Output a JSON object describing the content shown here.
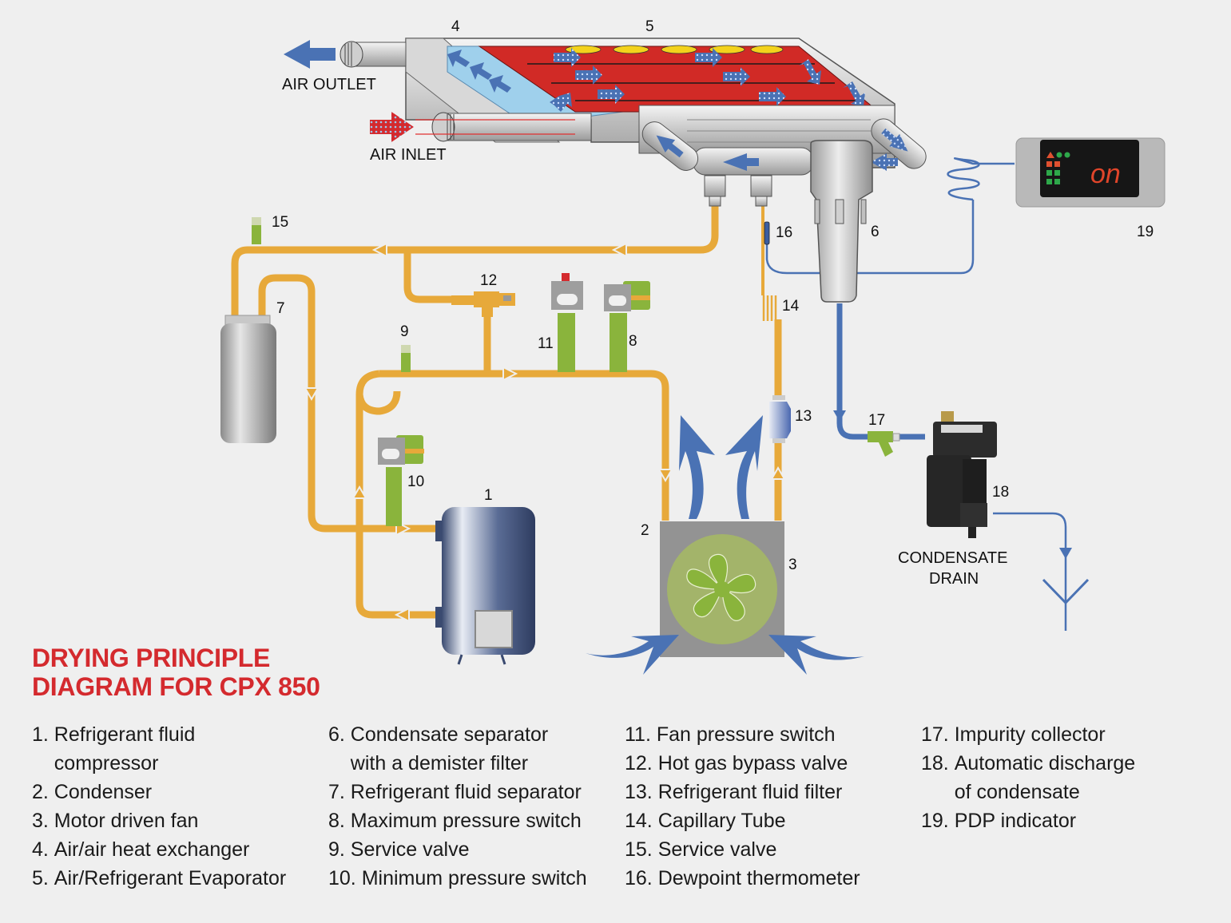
{
  "title": {
    "line1": "DRYING PRINCIPLE",
    "line2": "DIAGRAM FOR CPX 850"
  },
  "colors": {
    "title_red": "#d42a2e",
    "refrigerant_pipe": "#e7a93a",
    "water_blue": "#4a72b4",
    "evaporator_red": "#d12a26",
    "component_green": "#8ab43c",
    "background": "#efefef"
  },
  "diagram": {
    "captions": {
      "air_outlet": "AIR OUTLET",
      "air_inlet": "AIR INLET",
      "condensate_drain_line1": "CONDENSATE",
      "condensate_drain_line2": "DRAIN"
    },
    "callouts": {
      "c1": "1",
      "c2": "2",
      "c3": "3",
      "c4": "4",
      "c5": "5",
      "c6": "6",
      "c7": "7",
      "c8": "8",
      "c9": "9",
      "c10": "10",
      "c11": "11",
      "c12": "12",
      "c13": "13",
      "c14": "14",
      "c15": "15",
      "c16": "16",
      "c17": "17",
      "c18": "18",
      "c19": "19"
    },
    "pdp_display": "on"
  },
  "legend": {
    "col1": [
      {
        "num": "1. ",
        "text": "Refrigerant fluid\ncompressor"
      },
      {
        "num": "2. ",
        "text": "Condenser"
      },
      {
        "num": "3. ",
        "text": "Motor driven fan"
      },
      {
        "num": "4. ",
        "text": "Air/air heat exchanger"
      },
      {
        "num": "5. ",
        "text": "Air/Refrigerant Evaporator"
      }
    ],
    "col2": [
      {
        "num": "6. ",
        "text": "Condensate separator\nwith a demister filter"
      },
      {
        "num": "7. ",
        "text": "Refrigerant fluid separator"
      },
      {
        "num": "8. ",
        "text": "Maximum pressure switch"
      },
      {
        "num": "9. ",
        "text": "Service valve"
      },
      {
        "num": "10. ",
        "text": "Minimum pressure switch"
      }
    ],
    "col3": [
      {
        "num": "11. ",
        "text": "Fan pressure switch"
      },
      {
        "num": "12. ",
        "text": "Hot gas bypass valve"
      },
      {
        "num": "13. ",
        "text": "Refrigerant fluid filter"
      },
      {
        "num": "14. ",
        "text": "Capillary Tube"
      },
      {
        "num": "15. ",
        "text": "Service valve"
      },
      {
        "num": "16. ",
        "text": "Dewpoint thermometer"
      }
    ],
    "col4": [
      {
        "num": "17. ",
        "text": "Impurity collector"
      },
      {
        "num": "18. ",
        "text": "Automatic discharge\nof condensate"
      },
      {
        "num": "19. ",
        "text": "PDP indicator"
      }
    ]
  }
}
